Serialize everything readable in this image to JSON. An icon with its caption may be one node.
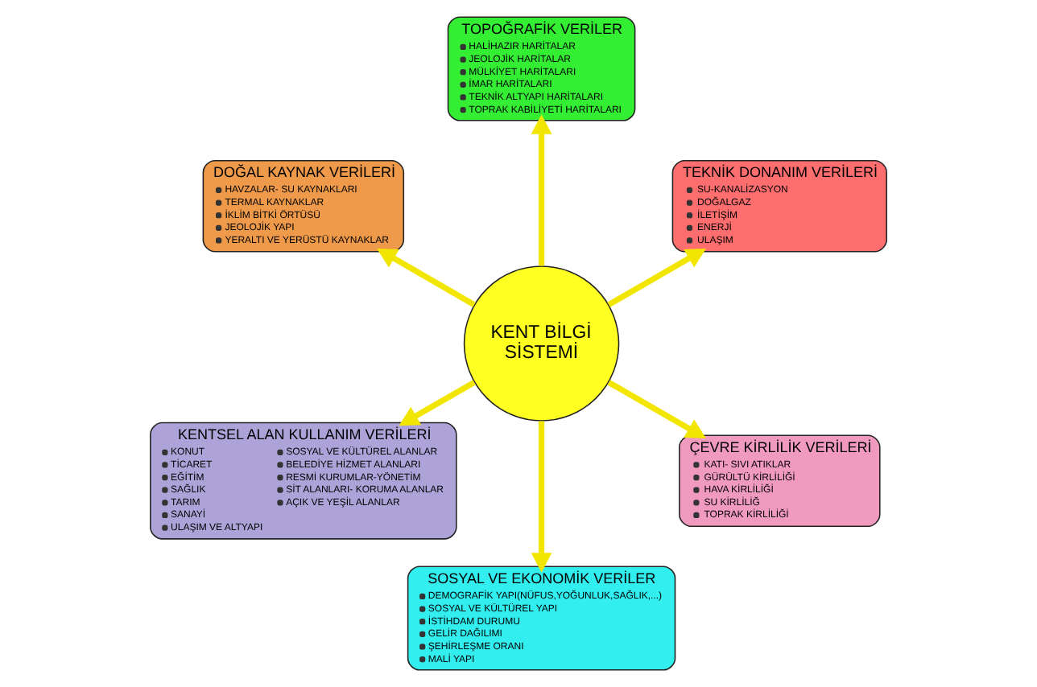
{
  "diagram": {
    "nodes": [
      {
        "text": [
          "TOPOĞRAFİK VERİLER",
          "HALİHAZIR HARİTALAR",
          "JEOLOJİK HARİTALAR",
          "MÜLKİYET HARİTALARI",
          "İMAR HARİTALARI",
          "TEKNİK ALTYAPI HARİTALARI",
          "TOPRAK KABİLİYETİ HARİTALARI"
        ]
      },
      {
        "text": [
          "TEKNİK DONANIM VERİLERİ",
          "SU-KANALİZASYON",
          "DOĞALGAZ",
          "İLETİŞİM",
          "ENERJİ",
          "ULAŞIM"
        ]
      },
      {
        "text": [
          "DOĞAL KAYNAK VERİLERİ",
          "HAVZALAR- SU KAYNAKLARI",
          "TERMAL KAYNAKLAR",
          "İKLİM BİTKİ ÖRTÜSÜ",
          "JEOLOJİK YAPI",
          "YERALTI VE YERÜSTÜ KAYNAKLAR"
        ]
      },
      {
        "text": [
          "KENT BİLGİ SİSTEMİ"
        ]
      },
      {
        "text": [
          "ÇEVRE KİRLİLİK VERİLERİ",
          "KATI- SIVI ATIKLAR",
          "GÜRÜLTÜ KİRLİLİĞİ",
          "HAVA KİRLİLİĞİ",
          "SU KİRLİLİĞ",
          "TOPRAK KİRLİLİĞİ"
        ]
      },
      {
        "text": [
          "KENTSEL ALAN KULLANIM VERİLERİ",
          "KONUT",
          "TİCARET",
          "EĞİTİM",
          "SAĞLIK",
          "TARIM",
          "SANAYİ",
          "ULAŞIM VE ALTYAPI",
          "SOSYAL VE KÜLTÜREL ALANLAR",
          "BELEDİYE HİZMET ALANLARI",
          "RESMİ KURUMLAR-YÖNETİM",
          "SİT ALANLARI- KORUMA ALANLAR",
          "AÇIK VE YEŞİL ALANLAR"
        ]
      },
      {
        "text": [
          "SOSYAL VE EKONOMİK VERİLER",
          "DEMOGRAFİK YAPI(NÜFUS,YOĞUNLUK,SAĞLIK,...)",
          "SOSYAL VE KÜLTÜREL YAPI",
          "İSTİHDAM DURUMU",
          "GELİR DAĞILIMI",
          "ŞEHİRLEŞME ORANI",
          "MALİ YAPI"
        ]
      }
    ],
    "edges": [
      {
        "from": 3,
        "to": 4,
        "arrow": "to"
      },
      {
        "from": 3,
        "to": 1,
        "arrow": "to"
      },
      {
        "from": 3,
        "to": 0,
        "arrow": "to"
      },
      {
        "from": 3,
        "to": 2,
        "arrow": "to"
      },
      {
        "from": 3,
        "to": 5,
        "arrow": "to"
      },
      {
        "from": 3,
        "to": 6,
        "arrow": "to"
      }
    ]
  }
}
